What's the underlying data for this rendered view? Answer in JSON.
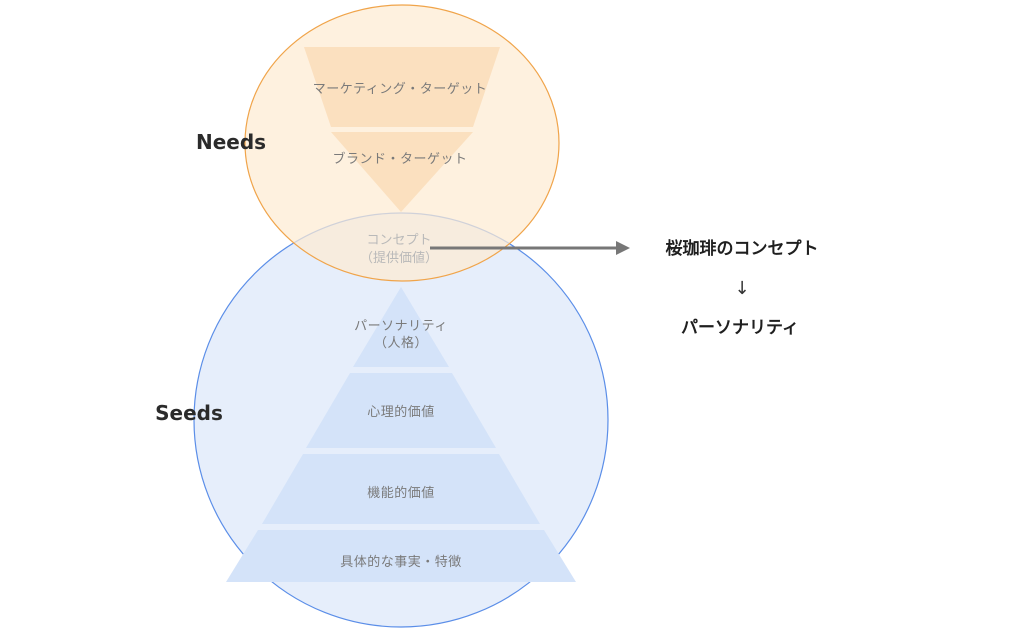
{
  "needs": {
    "label": "Needs",
    "layers": [
      "マーケティング・ターゲット",
      "ブランド・ターゲット"
    ]
  },
  "concept": {
    "line1": "コンセプト",
    "line2": "（提供価値）"
  },
  "seeds": {
    "label": "Seeds",
    "top_line1": "パーソナリティ",
    "top_line2": "（人格）",
    "layers": [
      "心理的価値",
      "機能的価値",
      "具体的な事実・特徴"
    ]
  },
  "result": {
    "top": "桜珈琲のコンセプト",
    "arrow": "↓",
    "bottom": "パーソナリティ"
  },
  "colors": {
    "needs_fill": "#fdebd3",
    "needs_stroke": "#f0a44a",
    "needs_triangle": "#fbe0bf",
    "seeds_fill": "#e6eefb",
    "seeds_stroke": "#5b8ee8",
    "seeds_pyramid": "#d4e3f9",
    "arrow": "#777777"
  }
}
